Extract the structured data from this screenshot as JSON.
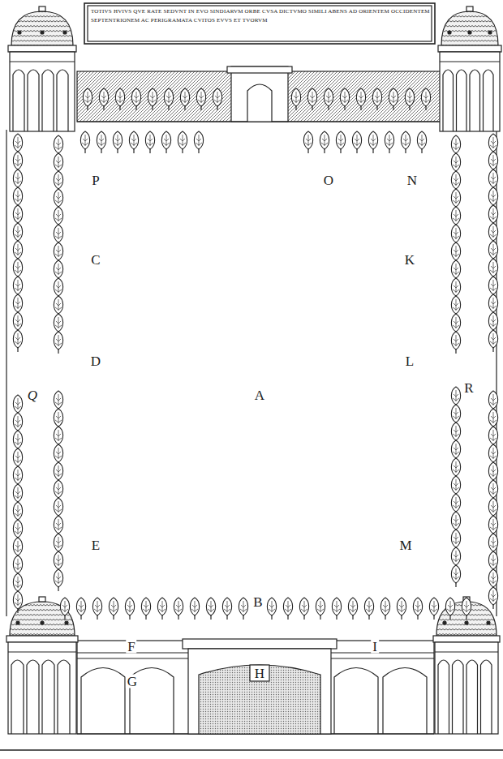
{
  "diagram": {
    "title": "TOTIVS HVIVS QVE RATE SEDVNT IN EVO SINDIARVM ORBE CVSA DICTVMO SIMILI ABENS AD ORIENTEM OCCIDENTEM SEPTENTRIONEM AC PERIGRAMATA CVITOS EVVS ET TVORVM",
    "labels": [
      "P",
      "O",
      "N",
      "C",
      "K",
      "D",
      "L",
      "Q",
      "A",
      "R",
      "E",
      "M",
      "B",
      "F",
      "I",
      "G",
      "H"
    ]
  }
}
